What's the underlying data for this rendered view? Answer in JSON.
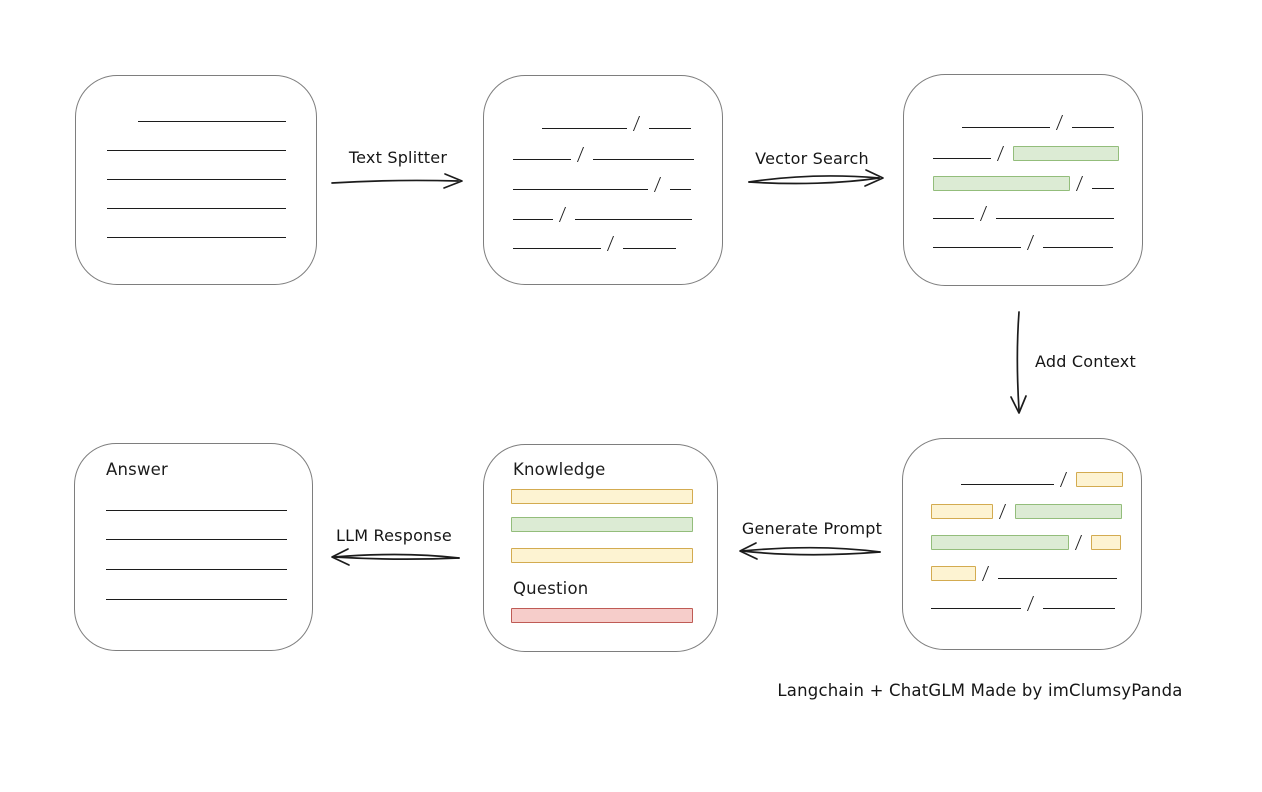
{
  "diagram": {
    "caption": "Langchain + ChatGLM Made by imClumsyPanda",
    "colors": {
      "background": "#ffffff",
      "stroke": "#1c1c1c",
      "box_border": "#7e7e7e",
      "green_fill": "#dcebd4",
      "green_border": "#93bd7b",
      "yellow_fill": "#fdf3d2",
      "yellow_border": "#d3ab50",
      "red_fill": "#f6cdca",
      "red_border": "#bf5b55"
    },
    "arrows": [
      {
        "id": "text-splitter",
        "label": "Text Splitter",
        "direction": "right"
      },
      {
        "id": "vector-search",
        "label": "Vector Search",
        "direction": "right"
      },
      {
        "id": "add-context",
        "label": "Add Context",
        "direction": "down"
      },
      {
        "id": "generate-prompt",
        "label": "Generate Prompt",
        "direction": "left"
      },
      {
        "id": "llm-response",
        "label": "LLM Response",
        "direction": "left"
      }
    ],
    "boxes": [
      {
        "id": "source-document",
        "rows": [
          {
            "mt": 30,
            "ind": 62,
            "segs": [
              {
                "t": "line",
                "w": 148
              }
            ]
          },
          {
            "mt": 11,
            "ind": 31,
            "segs": [
              {
                "t": "line",
                "w": 179
              }
            ]
          },
          {
            "mt": 11,
            "ind": 31,
            "segs": [
              {
                "t": "line",
                "w": 179
              }
            ]
          },
          {
            "mt": 11,
            "ind": 31,
            "segs": [
              {
                "t": "line",
                "w": 179
              }
            ]
          },
          {
            "mt": 11,
            "ind": 31,
            "segs": [
              {
                "t": "line",
                "w": 179
              }
            ]
          }
        ]
      },
      {
        "id": "split-chunks",
        "rows": [
          {
            "mt": 37,
            "ind": 58,
            "segs": [
              {
                "t": "line",
                "w": 85
              },
              {
                "t": "slash"
              },
              {
                "t": "line",
                "w": 42
              }
            ]
          },
          {
            "mt": 13,
            "ind": 29,
            "segs": [
              {
                "t": "line",
                "w": 58
              },
              {
                "t": "slash"
              },
              {
                "t": "line",
                "w": 101
              }
            ]
          },
          {
            "mt": 12,
            "ind": 29,
            "segs": [
              {
                "t": "line",
                "w": 135
              },
              {
                "t": "slash"
              },
              {
                "t": "line",
                "w": 21
              }
            ]
          },
          {
            "mt": 12,
            "ind": 29,
            "segs": [
              {
                "t": "line",
                "w": 40
              },
              {
                "t": "slash"
              },
              {
                "t": "line",
                "w": 117
              }
            ]
          },
          {
            "mt": 11,
            "ind": 29,
            "segs": [
              {
                "t": "line",
                "w": 88
              },
              {
                "t": "slash"
              },
              {
                "t": "line",
                "w": 53
              }
            ]
          }
        ]
      },
      {
        "id": "matched-chunks",
        "rows": [
          {
            "mt": 37,
            "ind": 58,
            "segs": [
              {
                "t": "line",
                "w": 88
              },
              {
                "t": "slash"
              },
              {
                "t": "line",
                "w": 42
              }
            ]
          },
          {
            "mt": 13,
            "ind": 29,
            "segs": [
              {
                "t": "line",
                "w": 58
              },
              {
                "t": "slash"
              },
              {
                "t": "rect",
                "c": "green",
                "w": 106
              }
            ]
          },
          {
            "mt": 12,
            "ind": 29,
            "segs": [
              {
                "t": "rect",
                "c": "green",
                "w": 137
              },
              {
                "t": "slash"
              },
              {
                "t": "line",
                "w": 22
              }
            ]
          },
          {
            "mt": 12,
            "ind": 29,
            "segs": [
              {
                "t": "line",
                "w": 41
              },
              {
                "t": "slash"
              },
              {
                "t": "line",
                "w": 118
              }
            ]
          },
          {
            "mt": 11,
            "ind": 29,
            "segs": [
              {
                "t": "line",
                "w": 88
              },
              {
                "t": "slash"
              },
              {
                "t": "line",
                "w": 70
              }
            ]
          }
        ]
      },
      {
        "id": "context-chunks",
        "rows": [
          {
            "mt": 30,
            "ind": 58,
            "segs": [
              {
                "t": "line",
                "w": 93
              },
              {
                "t": "slash"
              },
              {
                "t": "rect",
                "c": "yellow",
                "w": 47
              }
            ]
          },
          {
            "mt": 14,
            "ind": 28,
            "segs": [
              {
                "t": "rect",
                "c": "yellow",
                "w": 62
              },
              {
                "t": "slash"
              },
              {
                "t": "rect",
                "c": "green",
                "w": 107
              }
            ]
          },
          {
            "mt": 13,
            "ind": 28,
            "segs": [
              {
                "t": "rect",
                "c": "green",
                "w": 138
              },
              {
                "t": "slash"
              },
              {
                "t": "rect",
                "c": "yellow",
                "w": 30
              }
            ]
          },
          {
            "mt": 13,
            "ind": 28,
            "segs": [
              {
                "t": "rect",
                "c": "yellow",
                "w": 45
              },
              {
                "t": "slash"
              },
              {
                "t": "line",
                "w": 119
              }
            ]
          },
          {
            "mt": 12,
            "ind": 28,
            "segs": [
              {
                "t": "line",
                "w": 90
              },
              {
                "t": "slash"
              },
              {
                "t": "line",
                "w": 72
              }
            ]
          }
        ]
      },
      {
        "id": "prompt",
        "rows": [
          {
            "mt": 14,
            "ind": 29,
            "label": true,
            "segs": [
              {
                "t": "label",
                "text": "Knowledge",
                "name": "knowledge-label"
              }
            ]
          },
          {
            "mt": 7,
            "ind": 27,
            "segs": [
              {
                "t": "rect",
                "c": "yellow",
                "w": 182
              }
            ]
          },
          {
            "mt": 10,
            "ind": 27,
            "segs": [
              {
                "t": "rect",
                "c": "green",
                "w": 182
              }
            ]
          },
          {
            "mt": 13,
            "ind": 27,
            "segs": [
              {
                "t": "rect",
                "c": "yellow",
                "w": 182
              }
            ]
          },
          {
            "mt": 15,
            "ind": 29,
            "label": true,
            "segs": [
              {
                "t": "label",
                "text": "Question",
                "name": "question-label"
              }
            ]
          },
          {
            "mt": 7,
            "ind": 27,
            "segs": [
              {
                "t": "rect",
                "c": "red",
                "w": 182
              }
            ]
          }
        ]
      },
      {
        "id": "answer",
        "rows": [
          {
            "mt": 15,
            "ind": 31,
            "label": true,
            "segs": [
              {
                "t": "label",
                "text": "Answer",
                "name": "answer-label"
              }
            ]
          },
          {
            "mt": 16,
            "ind": 31,
            "segs": [
              {
                "t": "line",
                "w": 181
              }
            ]
          },
          {
            "mt": 11,
            "ind": 31,
            "segs": [
              {
                "t": "line",
                "w": 181
              }
            ]
          },
          {
            "mt": 12,
            "ind": 31,
            "segs": [
              {
                "t": "line",
                "w": 181
              }
            ]
          },
          {
            "mt": 12,
            "ind": 31,
            "segs": [
              {
                "t": "line",
                "w": 181
              }
            ]
          }
        ]
      }
    ]
  }
}
